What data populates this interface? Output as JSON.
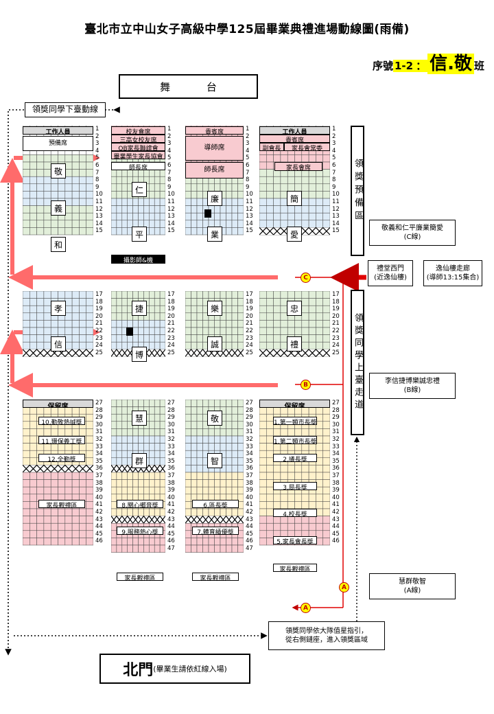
{
  "title": "臺北市立中山女子高級中學125屆畢業典禮進場動線圖(雨備)",
  "serial": {
    "prefix": "序號",
    "number": "1-2",
    "sep": "：",
    "classes": "信.敬",
    "suffix": "班"
  },
  "stage": "舞 台",
  "award_exit_label": "領獎同學下臺動線",
  "award_prep_label": "領獎預備區",
  "award_walkway_label": "領獎同學上臺走道",
  "west_gate": {
    "line1": "禮堂西門",
    "line2": "(近逸仙樓)"
  },
  "corridor": {
    "line1": "逸仙樓走廊",
    "line2": "(導師13:15集合)"
  },
  "line_c": {
    "classes": "敬義和仁平廉業簡愛",
    "name": "(C線)"
  },
  "line_b": {
    "classes": "李信捷博樂誠忠禮",
    "name": "(B線)"
  },
  "line_a": {
    "classes": "慧群敬智",
    "name": "(A線)"
  },
  "guide_note": {
    "line1": "領獎同學依大隊值星指引，",
    "line2": "從右側鏈座，進入領獎區域"
  },
  "north_gate": {
    "name": "北門",
    "note": "(畢業生請依紅線入場)"
  },
  "markers": {
    "a": "A",
    "b": "B",
    "c": "C"
  },
  "block_tags": {
    "b1_staff": "工作人員",
    "b1_prep": "預備席",
    "b2_alumni": "校友會席",
    "b2_sannu": "三高女校友席",
    "b2_ob": "OB家長聯誼會",
    "b2_parents": "畢業學生家長協會",
    "b2_teachers": "師長席",
    "b3_vip": "貴賓席",
    "b3_homeroom": "導師席",
    "b3_teachers": "師長席",
    "b4_staff": "工作人員",
    "b4_vip": "貴賓席",
    "b4_vicechair": "副會長",
    "b4_committee": "家長會常委",
    "b4_pta": "家長會席",
    "b2_photo": "攝影師&機",
    "reserved1": "保留席",
    "reserved4": "保留席",
    "award10": "10.勤敬熱誠獎",
    "award11": "11.環保義工獎",
    "award12": "12.全勤獎",
    "award8": "8.關心鄉音獎",
    "award9": "9.服務熱心獎",
    "award6": "6.區長獎",
    "award7": "7.體育績優獎",
    "award1": "1.第一類市長獎",
    "award1b": "1.第二類市長獎",
    "award2": "2.議長獎",
    "award3": "3.局長獎",
    "award4": "4.校長獎",
    "award5": "5.家長會長獎",
    "obs1": "家長觀禮區",
    "obs2": "家長觀禮區",
    "obs3": "家長觀禮區",
    "obs4": "家長觀禮區"
  },
  "class_labels": {
    "jing": "敬",
    "yi": "義",
    "he": "和",
    "ren": "仁",
    "ping": "平",
    "lian": "廉",
    "ye": "業",
    "jian": "簡",
    "ai": "愛",
    "xiao": "孝",
    "xin": "信",
    "jie": "捷",
    "bo": "博",
    "le": "樂",
    "cheng": "誠",
    "zhong": "忠",
    "li": "禮",
    "hui": "慧",
    "qun": "群",
    "jing2": "敬",
    "zhi": "智"
  },
  "colors": {
    "green": "#e2efda",
    "blue": "#ddebf7",
    "pink": "#f8cbd0",
    "yellow": "#fff2cc",
    "red_route": "#ff6b6b",
    "highlight": "#ffff00"
  }
}
